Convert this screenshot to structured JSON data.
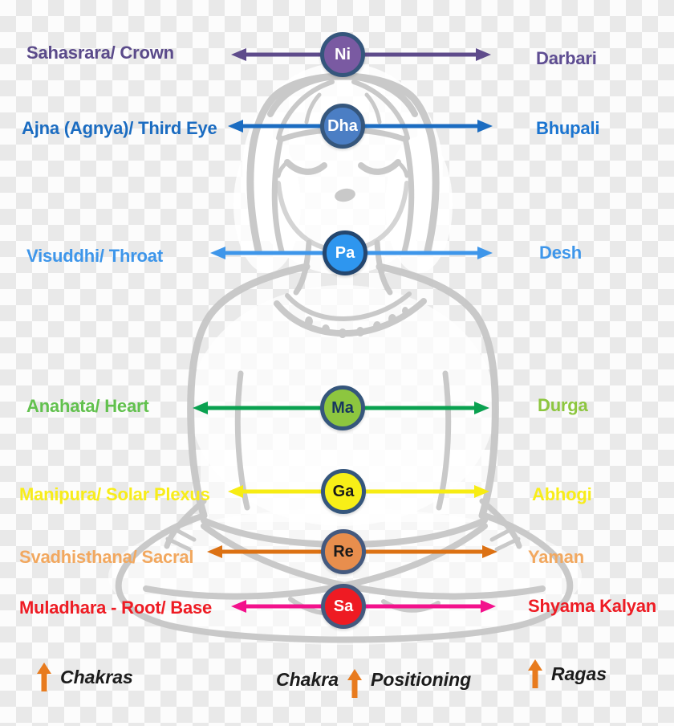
{
  "rows": [
    {
      "id": "crown",
      "chakra_label": "Sahasrara/ Crown",
      "swara": "Ni",
      "raga_label": "Darbari",
      "label_color": "#5a4a8a",
      "raga_color": "#5e4d92",
      "arrow_color": "#5e4b8b",
      "circle_fill": "#7a5aa2",
      "circle_border": "#35567c",
      "swara_color": "#ffffff"
    },
    {
      "id": "third-eye",
      "chakra_label": "Ajna (Agnya)/  Third Eye",
      "swara": "Dha",
      "raga_label": "Bhupali",
      "label_color": "#1b6cc1",
      "raga_color": "#1a74d0",
      "arrow_color": "#1b6cc1",
      "circle_fill": "#4b7ec4",
      "circle_border": "#35567c",
      "swara_color": "#ffffff"
    },
    {
      "id": "throat",
      "chakra_label": "Visuddhi/ Throat",
      "swara": "Pa",
      "raga_label": "Desh",
      "label_color": "#3e96ea",
      "raga_color": "#3e96ea",
      "arrow_color": "#3e96ea",
      "circle_fill": "#2e96ef",
      "circle_border": "#24466e",
      "swara_color": "#ffffff"
    },
    {
      "id": "heart",
      "chakra_label": "Anahata/ Heart",
      "swara": "Ma",
      "raga_label": "Durga",
      "label_color": "#62c14e",
      "raga_color": "#8dc63f",
      "arrow_color": "#0aa150",
      "circle_fill": "#8dc63f",
      "circle_border": "#35567c",
      "swara_color": "#17375e"
    },
    {
      "id": "solar-plexus",
      "chakra_label": "Manipura/ Solar Plexus",
      "swara": "Ga",
      "raga_label": "Abhogi",
      "label_color": "#f8ed1a",
      "raga_color": "#f8ed1a",
      "arrow_color": "#f7ec13",
      "circle_fill": "#f8ef17",
      "circle_border": "#35567c",
      "swara_color": "#1a1a1a"
    },
    {
      "id": "sacral",
      "chakra_label": "Svadhisthana/ Sacral",
      "swara": "Re",
      "raga_label": "Yaman",
      "label_color": "#f2a85f",
      "raga_color": "#f2a85f",
      "arrow_color": "#dc7113",
      "circle_fill": "#e88e4d",
      "circle_border": "#44597e",
      "swara_color": "#1a1a1a"
    },
    {
      "id": "root",
      "chakra_label": "Muladhara - Root/ Base",
      "swara": "Sa",
      "raga_label": "Shyama Kalyan",
      "label_color": "#ee1c24",
      "raga_color": "#ee1c24",
      "arrow_color": "#f3118c",
      "circle_fill": "#ee1b23",
      "circle_border": "#44597e",
      "swara_color": "#ffffff"
    }
  ],
  "legend": {
    "left_label": "Chakras",
    "center_left_label": "Chakra",
    "center_right_label": "Positioning",
    "right_label": "Ragas",
    "arrow_color": "#e87b1e",
    "text_color": "#1c1c1c"
  },
  "icons": {
    "up_arrow": "up-arrow-icon"
  },
  "figure_stroke_color": "#c7c7c7"
}
